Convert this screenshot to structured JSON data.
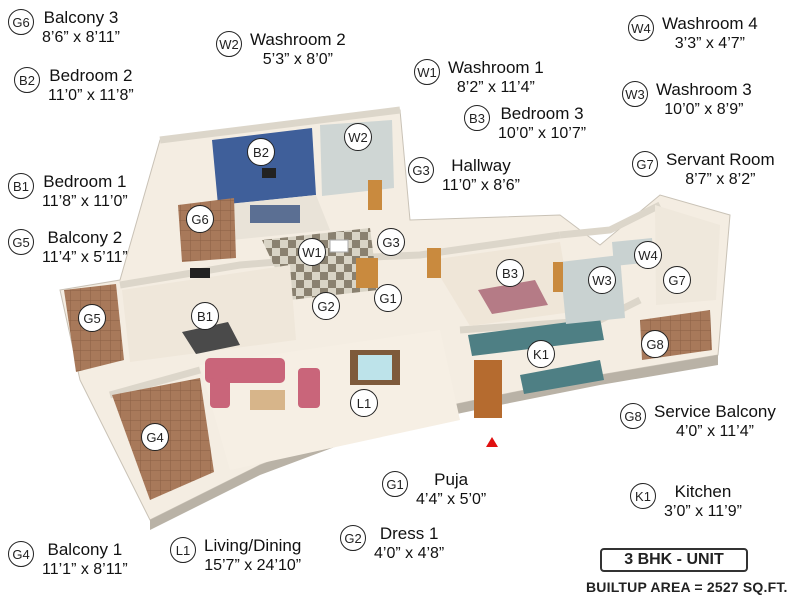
{
  "unit_title": "3 BHK - UNIT",
  "builtup_area": "BUILTUP AREA = 2527 SQ.FT.",
  "legend": [
    {
      "code": "G6",
      "name": "Balcony 3",
      "dim": "8’6” x 8’11”"
    },
    {
      "code": "B2",
      "name": "Bedroom 2",
      "dim": "11’0” x 11’8”"
    },
    {
      "code": "B1",
      "name": "Bedroom 1",
      "dim": "11’8” x 11’0”"
    },
    {
      "code": "G5",
      "name": "Balcony 2",
      "dim": "11’4” x 5’11”"
    },
    {
      "code": "G4",
      "name": "Balcony 1",
      "dim": "11’1” x 8’11”"
    },
    {
      "code": "W2",
      "name": "Washroom 2",
      "dim": "5’3” x 8’0”"
    },
    {
      "code": "W1",
      "name": "Washroom 1",
      "dim": "8’2” x 11’4”"
    },
    {
      "code": "B3",
      "name": "Bedroom 3",
      "dim": "10’0” x 10’7”"
    },
    {
      "code": "G3",
      "name": "Hallway",
      "dim": "11’0” x 8’6”"
    },
    {
      "code": "W4",
      "name": "Washroom 4",
      "dim": "3’3” x 4’7”"
    },
    {
      "code": "W3",
      "name": "Washroom 3",
      "dim": "10’0” x 8’9”"
    },
    {
      "code": "G7",
      "name": "Servant Room",
      "dim": "8’7” x 8’2”"
    },
    {
      "code": "G8",
      "name": "Service Balcony",
      "dim": "4’0” x 11’4”"
    },
    {
      "code": "G1",
      "name": "Puja",
      "dim": "4’4” x 5’0”"
    },
    {
      "code": "K1",
      "name": "Kitchen",
      "dim": "3’0” x 11’9”"
    },
    {
      "code": "G2",
      "name": "Dress 1",
      "dim": "4’0” x 4’8”"
    },
    {
      "code": "L1",
      "name": "Living/Dining",
      "dim": "15’7” x 24’10”"
    }
  ],
  "plan_badges": [
    "B2",
    "W2",
    "G6",
    "W1",
    "G3",
    "B1",
    "G2",
    "G1",
    "G5",
    "B3",
    "W3",
    "W4",
    "G7",
    "K1",
    "G8",
    "L1",
    "G4"
  ]
}
